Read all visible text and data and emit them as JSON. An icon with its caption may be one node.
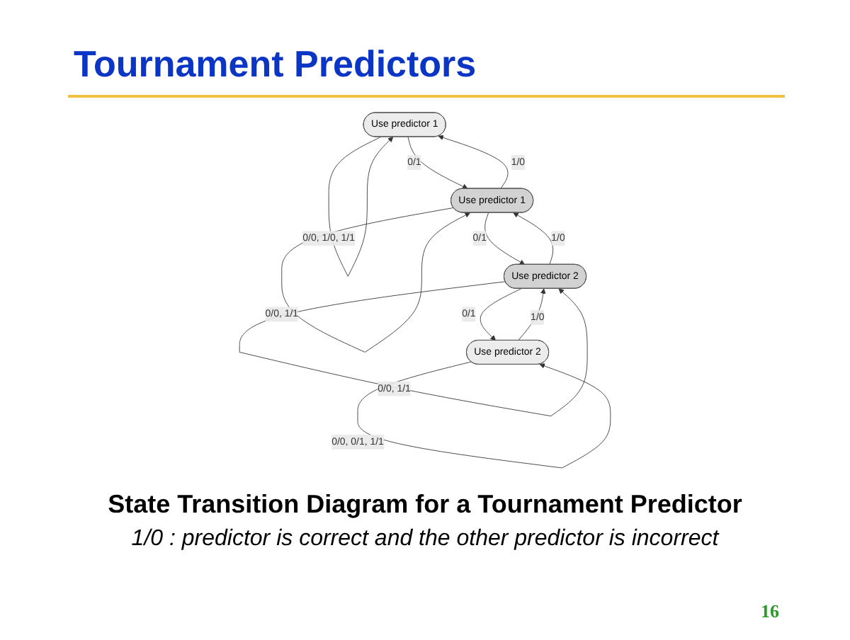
{
  "diagram": {
    "title": "Tournament Predictors",
    "caption": "State Transition Diagram for a Tournament Predictor",
    "nodes": [
      {
        "text": [
          "Use predictor 1"
        ]
      },
      {
        "text": [
          "Use predictor 2"
        ]
      },
      {
        "text": [
          "Use predictor 1"
        ]
      },
      {
        "text": [
          "Use predictor 2"
        ]
      }
    ],
    "edges": [
      {
        "from": 0,
        "to": 0,
        "arrow": "to",
        "label": "0/0, 1/0, 1/1"
      },
      {
        "from": 1,
        "to": 1,
        "arrow": "to",
        "label": "0/0, 0/1, 1/1"
      },
      {
        "from": 2,
        "to": 0,
        "arrow": "to",
        "label": "1/0"
      },
      {
        "from": 0,
        "to": 2,
        "arrow": "to",
        "label": "0/1"
      },
      {
        "from": 1,
        "to": 3,
        "arrow": "to",
        "label": "1/0"
      },
      {
        "from": 3,
        "to": 1,
        "arrow": "to",
        "label": "0/1"
      },
      {
        "from": 2,
        "to": 3,
        "arrow": "to",
        "label": "0/1"
      },
      {
        "from": 3,
        "to": 2,
        "arrow": "to",
        "label": "1/0"
      },
      {
        "from": 2,
        "to": 2,
        "arrow": "to",
        "label": "0/0, 1/1"
      },
      {
        "from": 3,
        "to": 3,
        "arrow": "to",
        "label": "0/0, 1/1"
      }
    ],
    "labels": [
      "1/0 : predictor is correct and the other predictor is incorrect",
      "16"
    ]
  }
}
